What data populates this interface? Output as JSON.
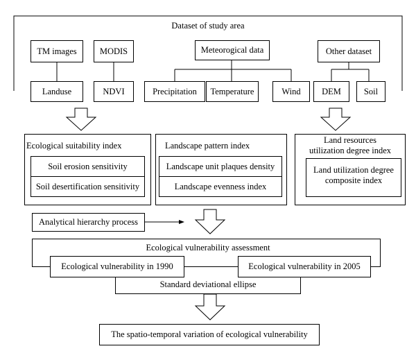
{
  "dataset": {
    "title": "Dataset of study area",
    "tm_images": "TM images",
    "modis": "MODIS",
    "meteorological": "Meteorogical data",
    "other_dataset": "Other dataset",
    "landuse": "Landuse",
    "ndvi": "NDVI",
    "precipitation": "Precipitation",
    "temperature": "Temperature",
    "wind": "Wind",
    "dem": "DEM",
    "soil": "Soil"
  },
  "ecological_suitability": {
    "title": "Ecological suitability index",
    "item1": "Soil erosion sensitivity",
    "item2": "Soil desertification sensitivity"
  },
  "landscape_pattern": {
    "title": "Landscape pattern index",
    "item1": "Landscape unit plaques density",
    "item2": "Landscape evenness index"
  },
  "land_resources": {
    "title_line1": "Land resources",
    "title_line2": "utilization degree index",
    "item_line1": "Land utilization degree",
    "item_line2": "composite index"
  },
  "ahp": "Analytical hierarchy process",
  "assessment": {
    "title": "Ecological vulnerability assessment",
    "y1990": "Ecological vulnerability in 1990",
    "y2005": "Ecological vulnerability in 2005",
    "ellipse": "Standard deviational ellipse"
  },
  "result": "The spatio-temporal variation of  ecological vulnerability"
}
